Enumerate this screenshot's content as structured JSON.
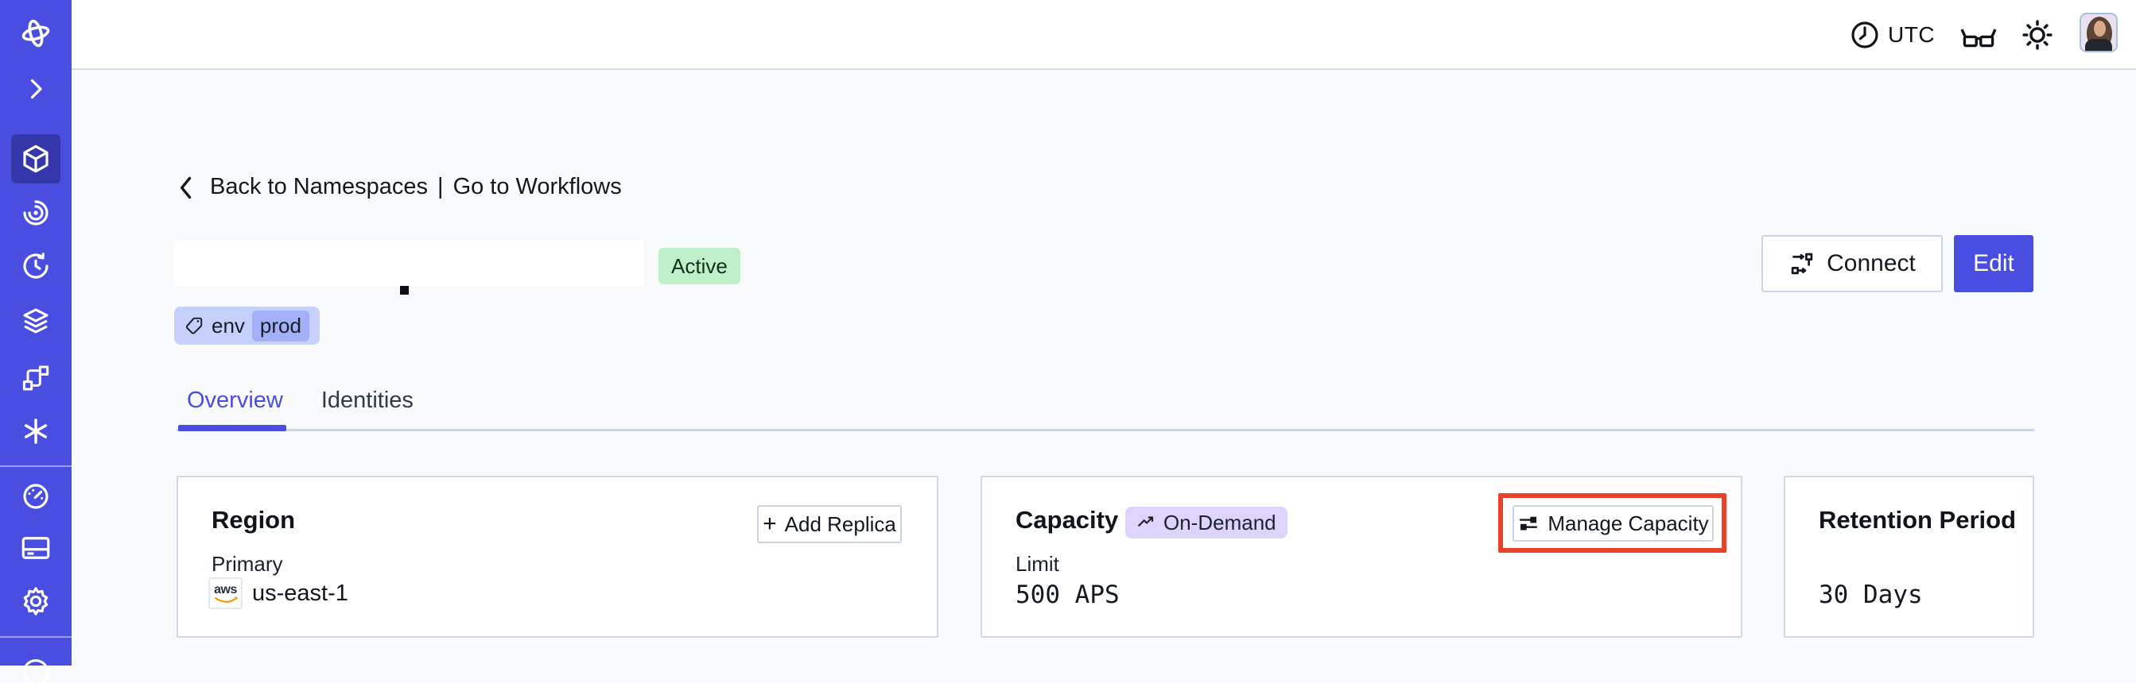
{
  "topbar": {
    "timezone": "UTC"
  },
  "breadcrumb": {
    "back_label": "Back to Namespaces",
    "separator": "|",
    "forward_label": "Go to Workflows"
  },
  "namespace_header": {
    "status_badge": "Active",
    "tag_key": "env",
    "tag_value": "prod"
  },
  "actions": {
    "connect_label": "Connect",
    "edit_label": "Edit"
  },
  "tabs": [
    {
      "label": "Overview",
      "active": true
    },
    {
      "label": "Identities",
      "active": false
    }
  ],
  "cards": {
    "region": {
      "title": "Region",
      "plus_glyph": "+",
      "add_replica_label": "Add Replica",
      "primary_label": "Primary",
      "provider_short": "aws",
      "region_value": "us-east-1"
    },
    "capacity": {
      "title": "Capacity",
      "badge_label": "On-Demand",
      "manage_label": "Manage Capacity",
      "limit_label": "Limit",
      "limit_value": "500 APS"
    },
    "retention": {
      "title": "Retention Period",
      "value": "30 Days"
    }
  },
  "sidebar": {
    "selected_item": "namespaces",
    "items": [
      {
        "icon": "temporal-logo"
      },
      {
        "icon": "expand-chevron"
      },
      {
        "icon": "namespaces-cube",
        "selected": true
      },
      {
        "icon": "workflows-spiral"
      },
      {
        "icon": "schedules-clock"
      },
      {
        "icon": "deployments-layers"
      },
      {
        "icon": "nexus-branch"
      },
      {
        "icon": "batch-asterisk"
      },
      {
        "icon": "usage-gauge"
      },
      {
        "icon": "billing-card"
      },
      {
        "icon": "settings-gear"
      },
      {
        "icon": "support-circle"
      }
    ]
  },
  "colors": {
    "accent": "#4a4ee0",
    "sidebar_bg": "#4a4ee0",
    "highlight_red": "#e8432a",
    "active_badge_bg": "#bff0cb",
    "tag_bg": "#c5d1fb",
    "tag_chip_bg": "#a2b1f7",
    "ondemand_badge_bg": "#ded3fa",
    "page_bg": "#f8fafc"
  }
}
